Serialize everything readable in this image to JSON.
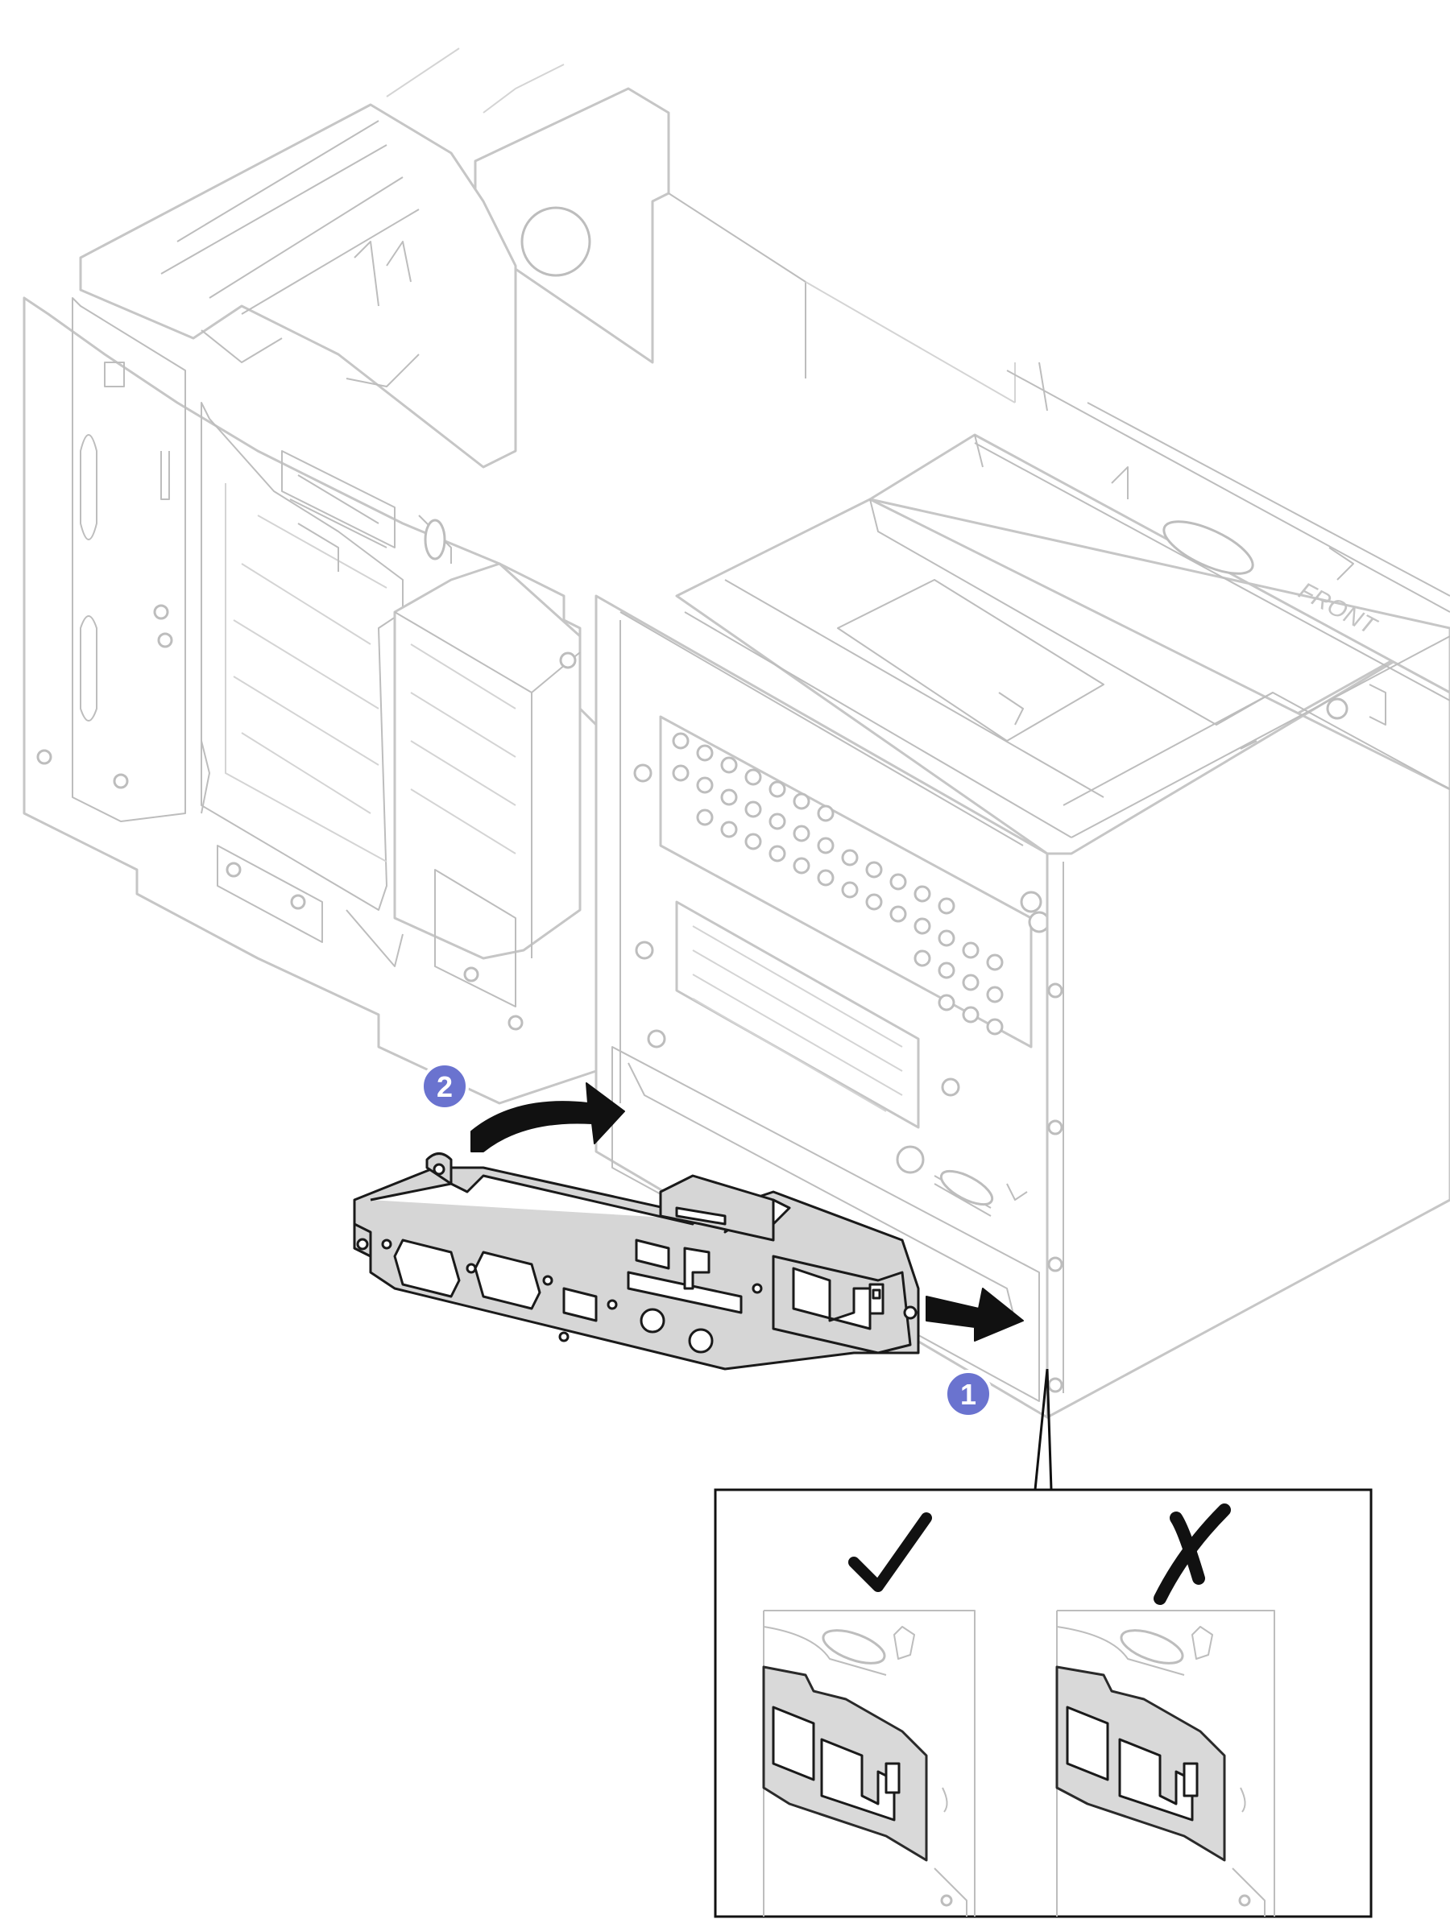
{
  "figure": {
    "steps": [
      {
        "number": "1"
      },
      {
        "number": "2"
      }
    ],
    "chassis_label": "FRONT",
    "inset": {
      "correct_symbol": "checkmark-icon",
      "incorrect_symbol": "x-mark-icon"
    },
    "colors": {
      "step_badge": "#6a73cf",
      "chassis_line": "#c9c9c9",
      "part_fill": "#d6d6d6",
      "arrow": "#111111"
    }
  }
}
